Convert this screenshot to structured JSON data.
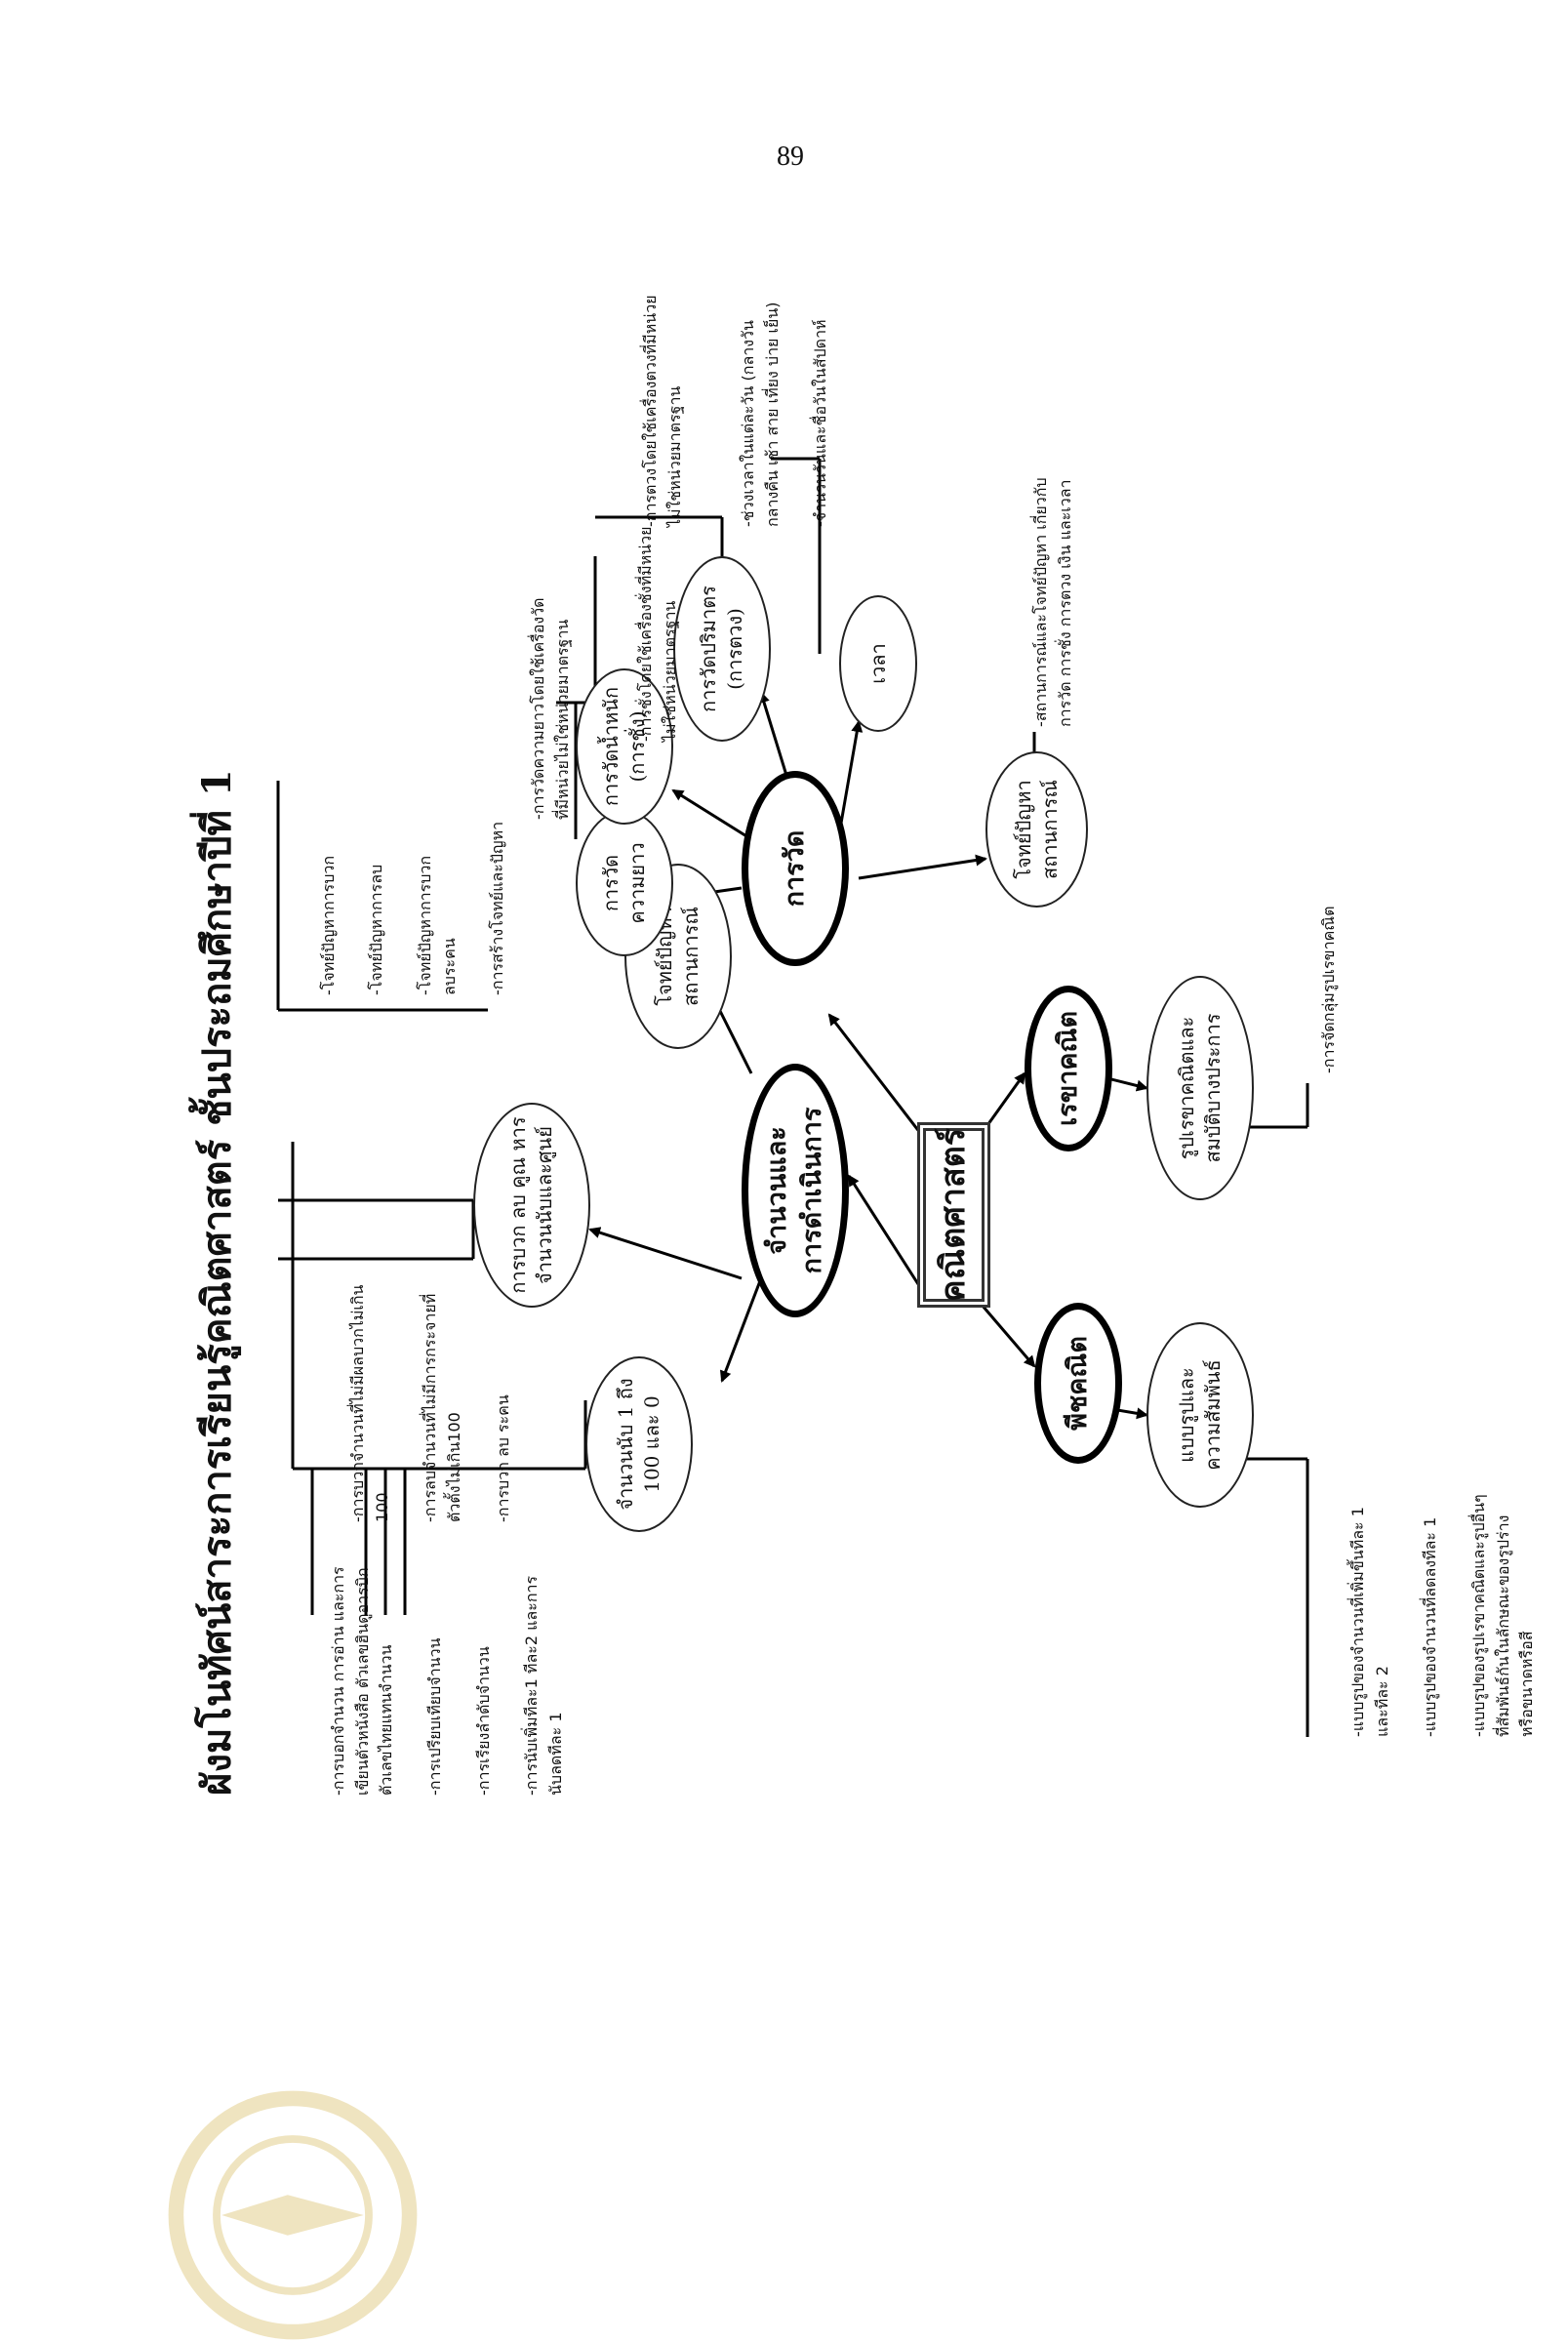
{
  "page_number": "89",
  "title": "ผังมโนทัศน์สาระการเรียนรู้คณิตศาสตร์  ชั้นประถมศึกษาปีที่ 1",
  "center": "คณิตศาสตร์",
  "colors": {
    "ink": "#111111",
    "watermark": "#c8a020"
  },
  "branches": {
    "numbers": {
      "label": "จำนวนและ\nการดำเนินการ",
      "counting": {
        "label": "จำนวนนับ 1 ถึง\n100 และ 0",
        "items": [
          "-การบอกจำนวน การอ่าน และการ\nเขียนตัวหนังสือ ตัวเลขฮินดูอารบิก\nตัวเลขไทยแทนจำนวน",
          "-การเปรียบเทียบจำนวน",
          "-การเรียงลำดับจำนวน",
          "-การนับเพิ่มทีละ1 ทีละ2  และการ\nนับลดทีละ 1"
        ]
      },
      "operations": {
        "label": "การบวก ลบ คูณ หาร\nจำนวนนับและศูนย์",
        "items": [
          "-การบวกจำนวนที่ไม่มีผลบวกไม่เกิน\n100",
          "-การลบจำนวนที่ไม่มีการกระจายที่\nตัวตั้งไม่เกิน100",
          "-การบวก ลบ ระคน"
        ]
      },
      "problems": {
        "label": "โจทย์ปัญหา\nสถานการณ์",
        "items": [
          "-โจทย์ปัญหาการบวก",
          "-โจทย์ปัญหาการลบ",
          "-โจทย์ปัญหาการบวก\nลบระคน",
          "-การสร้างโจทย์และปัญหา"
        ]
      }
    },
    "measurement": {
      "label": "การวัด",
      "length": {
        "label": "การวัด\nความยาว",
        "items": [
          "-การวัดความยาวโดยใช้เครื่องวัด\nที่มีหน่วยไม่ใช่หน่วยมาตรฐาน"
        ]
      },
      "weight": {
        "label": "การวัดน้ำหนัก\n(การชั่ง)",
        "items": [
          "-การชั่งโดยใช้เครื่องชั่งที่มีหน่วย\nไม่ใช่หน่วยมาตรฐาน"
        ]
      },
      "volume": {
        "label": "การวัดปริมาตร\n(การตวง)",
        "items": [
          "-การตวงโดยใช้เครื่องตวงที่มีหน่วย\nไม่ใช่หน่วยมาตรฐาน"
        ]
      },
      "time": {
        "label": "เวลา",
        "items": [
          "-ช่วงเวลาในแต่ละวัน (กลางวัน\nกลางคืน เช้า สาย เที่ยง บ่าย เย็น)",
          "-จำนวนวันและชื่อวันในสัปดาห์"
        ]
      },
      "problems": {
        "label": "โจทย์ปัญหา\nสถานการณ์",
        "items": [
          "-สถานการณ์และโจทย์ปัญหา เกี่ยวกับ\nการวัด การชั่ง การตวง เงิน และเวลา"
        ]
      }
    },
    "geometry": {
      "label": "เรขาคณิต",
      "shapes": {
        "label": "รูปเรขาคณิตและ\nสมบัติบางประการ",
        "items": [
          "-การจัดกลุ่มรูปเรขาคณิต"
        ]
      }
    },
    "algebra": {
      "label": "พีชคณิต",
      "patterns": {
        "label": "แบบรูปและ\nความสัมพันธ์",
        "items": [
          "-แบบรูปของจำนวนที่เพิ่มขึ้นทีละ 1\nและทีละ 2",
          "-แบบรูปของจำนวนที่ลดลงทีละ 1",
          "-แบบรูปของรูปเรขาคณิตและรูปอื่นๆ\nที่สัมพันธ์กันในลักษณะของรูปร่าง\nหรือขนาดหรือสี"
        ]
      }
    }
  }
}
